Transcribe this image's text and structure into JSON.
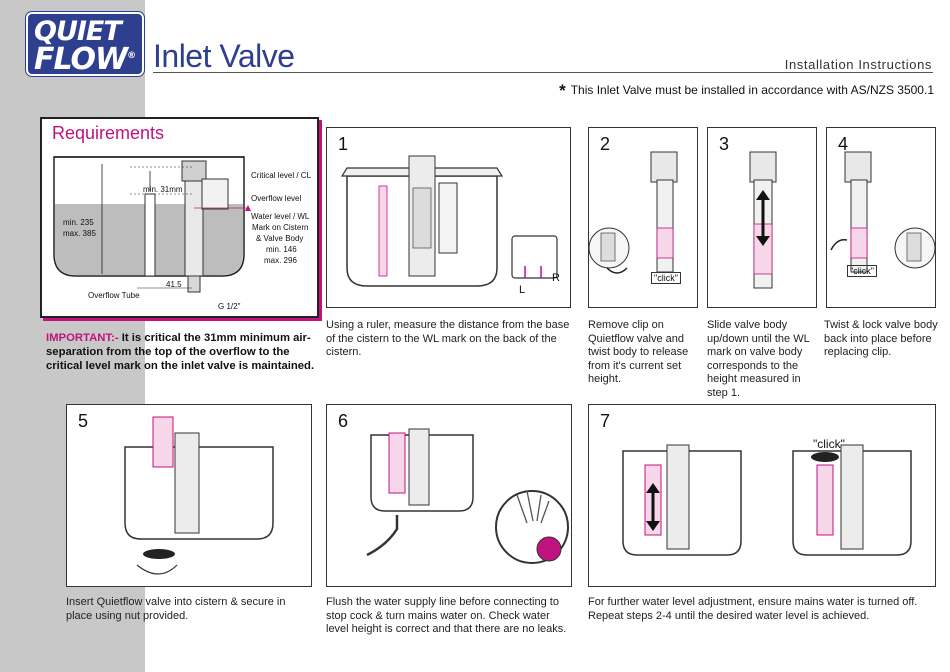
{
  "header": {
    "logo_line1": "QUIET",
    "logo_line2": "FLOW",
    "logo_mark": "®",
    "title": "Inlet Valve",
    "subtitle": "Installation Instructions",
    "note_star": "*",
    "note": "This Inlet Valve must be installed in accordance with AS/NZS 3500.1"
  },
  "requirements": {
    "title": "Requirements",
    "labels": {
      "critical_level": "Critical level / CL",
      "min_31mm": "min. 31mm",
      "overflow_level": "Overflow level",
      "water_level_1": "Water level / WL",
      "water_level_2": "Mark on Cistern",
      "water_level_3": "& Valve Body",
      "water_level_4": "min. 146",
      "water_level_5": "max. 296",
      "min_235": "min. 235",
      "max_385": "max. 385",
      "overflow_tube": "Overflow Tube",
      "dim_41_5": "41.5",
      "g_half": "G 1/2\""
    },
    "important_label": "IMPORTANT:-",
    "important_text": "It is critical the 31mm minimum air-separation from the top of the overflow to the critical level mark on the inlet valve is maintained."
  },
  "steps": [
    {
      "number": "1",
      "caption": "Using a ruler, measure the distance from the base of the cistern to the WL mark on the back of the cistern.",
      "marks": [
        "L",
        "R"
      ]
    },
    {
      "number": "2",
      "caption": "Remove clip on Quietflow valve and twist body to release from it's current set height.",
      "click": "\"click\""
    },
    {
      "number": "3",
      "caption": "Slide valve body up/down until the WL mark on valve body corresponds to the height measured in step 1."
    },
    {
      "number": "4",
      "caption": "Twist & lock valve body back into place before replacing clip.",
      "click": "\"click\""
    },
    {
      "number": "5",
      "caption": "Insert Quietflow valve into cistern & secure in place using nut provided."
    },
    {
      "number": "6",
      "caption": "Flush the water supply line before connecting to stop cock & turn mains water on. Check water level height is correct and that there are no leaks."
    },
    {
      "number": "7",
      "caption": "For further water level adjustment, ensure mains water is turned off. Repeat steps 2-4  until the desired water level is achieved.",
      "click": "\"click\""
    }
  ],
  "colors": {
    "brand_blue": "#2e3f8f",
    "accent_magenta": "#c0137e",
    "sidebar_grey": "#c8c8c8"
  }
}
